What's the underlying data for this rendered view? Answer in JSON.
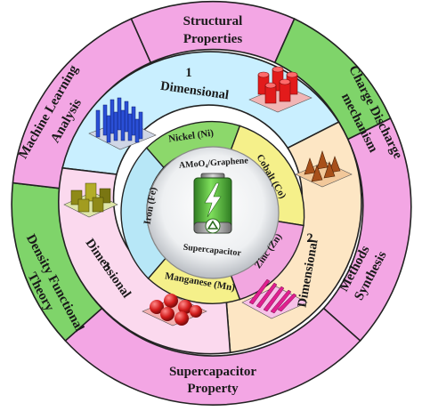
{
  "outer_ring": {
    "top": "Structural",
    "top2": "Properties",
    "top_right": "Charge Discharge",
    "top_right2": "mechanism",
    "right": "Synthesis",
    "right2": "Methods",
    "bottom": "Supercapacitor",
    "bottom2": "Property",
    "bottom_left": "Density Functional",
    "bottom_left2": "Theory",
    "left": "Machine Learning",
    "left2": "Analysis"
  },
  "middle_ring": {
    "one_num": "1",
    "one_word": "Dimensional",
    "two_num": "2",
    "two_word": "Dimensional",
    "three_num": "3",
    "three_word": "Dimensional"
  },
  "inner_ring": {
    "nickel": "Nickel (Ni)",
    "cobalt": "Cobalt (Co)",
    "zinc": "Zinc (Zn)",
    "manganese": "Manganese (Mn)",
    "iron": "Iron (Fe)"
  },
  "core": {
    "formula": "AMoO₄/Graphene",
    "device": "Supercapacitor"
  },
  "colors": {
    "outer_pink": "#f3a6e4",
    "outer_green": "#7fd46a",
    "middle_blue": "#c9efff",
    "middle_peach": "#fde6c4",
    "middle_rose": "#fbd9ee",
    "inner_green": "#8cd86b",
    "inner_yellow": "#f5f08a",
    "inner_pink": "#f2a6e0",
    "inner_blue": "#b7e7f7",
    "core_silver": "#eef0f2",
    "battery_green": "#4fb23a"
  },
  "icons": [
    "battery-icon",
    "lightning-icon",
    "recycle-icon",
    "nanowire-array-icon",
    "nanotube-array-icon",
    "nanoprism-array-icon",
    "nanosheet-array-icon",
    "nanosphere-array-icon",
    "nanocube-array-icon"
  ]
}
